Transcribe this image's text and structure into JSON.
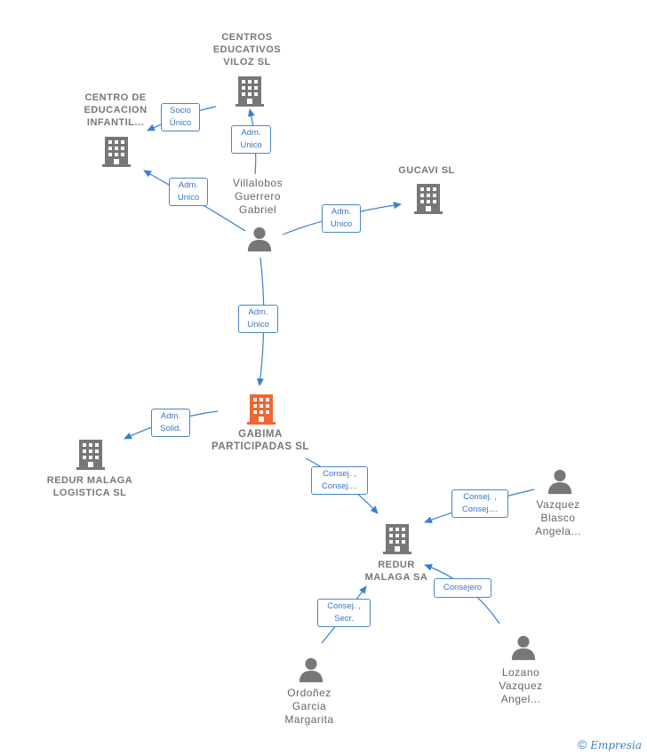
{
  "colors": {
    "edge": "#3a7fd2",
    "company": "#777777",
    "main_company": "#f26531",
    "person": "#777777"
  },
  "nodes": {
    "centros_educativos": "CENTROS EDUCATIVOS VILOZ SL",
    "centro_educacion": "CENTRO DE EDUCACION INFANTIL...",
    "gucavi": "GUCAVI SL",
    "villalobos": "Villalobos Guerrero Gabriel",
    "gabima": "GABIMA PARTICIPADAS SL",
    "redur_logistica": "REDUR MALAGA LOGISTICA SL",
    "redur_sa": "REDUR MALAGA SA",
    "vazquez": "Vazquez Blasco Angela...",
    "lozano": "Lozano Vazquez Angel...",
    "ordonez": "Ordoñez Garcia Margarita"
  },
  "edges": {
    "socio_unico": "Socio Único",
    "adm_centros": "Adm. Unico",
    "adm_centro_educacion": "Adm. Unico",
    "adm_gucavi": "Adm. Unico",
    "adm_gabima": "Adm. Unico",
    "adm_solid": "Adm. Solid.",
    "consej_gabima": "Consej. , Consej....",
    "consej_vazquez": "Consej. , Consej....",
    "consejero_lozano": "Consejero",
    "consej_secr": "Consej. , Secr."
  },
  "watermark": {
    "copyright": "©",
    "brand": "Empresia"
  }
}
